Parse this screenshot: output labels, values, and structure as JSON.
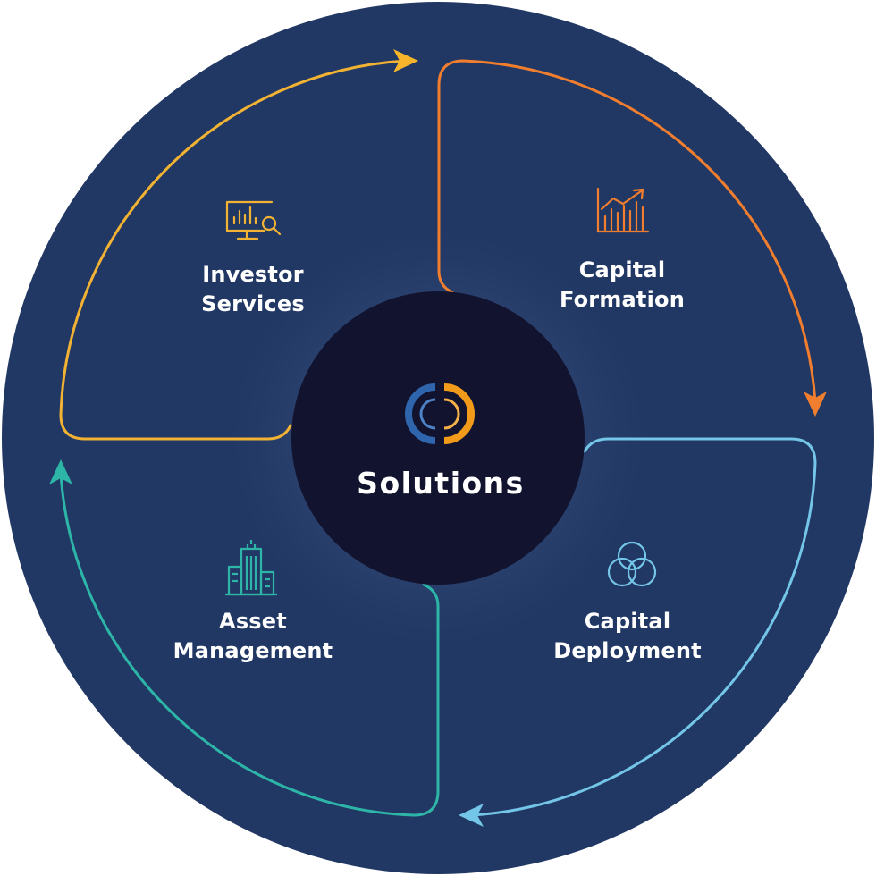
{
  "center": {
    "label": "Solutions"
  },
  "quadrants": [
    {
      "id": "investor-services",
      "line1": "Investor",
      "line2": "Services",
      "icon": "monitor-chart-search-icon",
      "color": "#F2B233"
    },
    {
      "id": "capital-formation",
      "line1": "Capital",
      "line2": "Formation",
      "icon": "growth-chart-icon",
      "color": "#F07E2E"
    },
    {
      "id": "capital-deployment",
      "line1": "Capital",
      "line2": "Deployment",
      "icon": "overlapping-circles-icon",
      "color": "#74C6E8"
    },
    {
      "id": "asset-management",
      "line1": "Asset",
      "line2": "Management",
      "icon": "office-buildings-icon",
      "color": "#2DB5A8"
    }
  ],
  "colors": {
    "disc": "#223864",
    "center": "#12132E",
    "logo_blue": "#2E65AC",
    "logo_orange": "#F29B1B"
  }
}
